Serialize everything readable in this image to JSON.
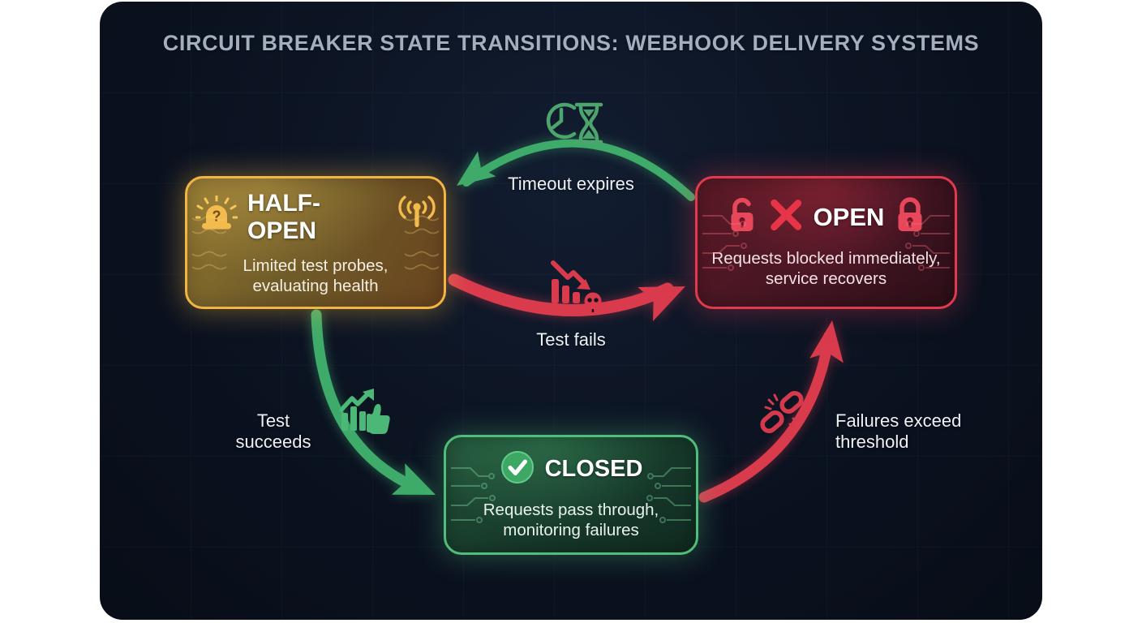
{
  "title": "CIRCUIT BREAKER STATE TRANSITIONS: WEBHOOK DELIVERY SYSTEMS",
  "colors": {
    "amber_border": "#f2b544",
    "red_border": "#e13a4e",
    "green_border": "#4fbe7a",
    "arrow_green": "#3fab6a",
    "arrow_red": "#d93b4d",
    "panel_bg": "#0b1220",
    "title_text": "#a3aebf"
  },
  "states": {
    "half_open": {
      "label": "HALF-OPEN",
      "description": "Limited test probes, evaluating health",
      "icons": [
        "siren-question-icon",
        "antenna-icon"
      ]
    },
    "open": {
      "label": "OPEN",
      "description": "Requests blocked immediately, service recovers",
      "icons": [
        "unlock-icon",
        "x-icon",
        "lock-icon"
      ]
    },
    "closed": {
      "label": "CLOSED",
      "description": "Requests pass through, monitoring failures",
      "icons": [
        "check-circle-icon"
      ]
    }
  },
  "transitions": {
    "timeout_expires": {
      "label": "Timeout expires",
      "from": "OPEN",
      "to": "HALF-OPEN",
      "icon": "clock-hourglass-icon",
      "color": "#3fab6a"
    },
    "test_fails": {
      "label": "Test fails",
      "from": "HALF-OPEN",
      "to": "OPEN",
      "icon": "declining-chart-skull-icon",
      "color": "#d93b4d"
    },
    "test_succeeds": {
      "label": "Test succeeds",
      "from": "HALF-OPEN",
      "to": "CLOSED",
      "icon": "rising-chart-thumbs-icon",
      "color": "#3fab6a"
    },
    "failures_exceed_threshold": {
      "label": "Failures exceed threshold",
      "from": "CLOSED",
      "to": "OPEN",
      "icon": "broken-chain-icon",
      "color": "#d93b4d"
    }
  }
}
